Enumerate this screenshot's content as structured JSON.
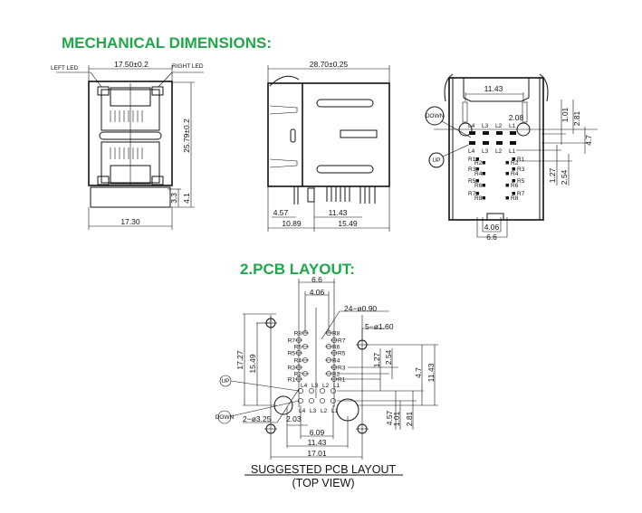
{
  "headings": {
    "mechanical": "MECHANICAL DIMENSIONS:",
    "pcb": "2.PCB LAYOUT:"
  },
  "front_view": {
    "left_led": "LEFT LED",
    "right_led": "RIGHT LED",
    "width_top": "17.50±0.2",
    "height": "25.79±0.2",
    "pin_len": "3.3",
    "pin_total": "4.1",
    "width_bottom": "17.30"
  },
  "side_view": {
    "length": "28.70±0.25",
    "d1": "4.57",
    "d2": "11.43",
    "d3": "10.89",
    "d4": "15.49"
  },
  "rear_view": {
    "width": "11.43",
    "pitch": "2.08",
    "d_101": "1.01",
    "d_281": "2.81",
    "d_47": "4.7",
    "d_127": "1.27",
    "d_254": "2.54",
    "d_406": "4.06",
    "d_66": "6.6",
    "down": "DOWN",
    "up": "UP",
    "led_labels_top": [
      "L4",
      "L3",
      "L2",
      "L1"
    ],
    "led_labels_bottom": [
      "L4",
      "L3",
      "L2",
      "L1"
    ],
    "pin_labels": [
      "R1",
      "R2",
      "R3",
      "R4",
      "R5",
      "R6",
      "R7",
      "R8",
      "R1",
      "R2",
      "R3",
      "R4",
      "R5",
      "R6",
      "R7",
      "R8"
    ]
  },
  "pcb_layout": {
    "d_66": "6.6",
    "d_406": "4.06",
    "pin_holes": "24−ø0.90",
    "mount_holes": "5−ø1.60",
    "d_1727": "17.27",
    "d_1549": "15.49",
    "d_127": "1.27",
    "d_254": "2.54",
    "d_47": "4.7",
    "d_1143_v": "11.43",
    "d_457": "4.57",
    "d_101": "1.01",
    "d_281": "2.81",
    "big_holes": "2−ø3.25",
    "d_203": "2.03",
    "d_609": "6.09",
    "d_1143_h": "11.43",
    "d_1701": "17.01",
    "up": "UP",
    "down": "DOWN",
    "left_pins": [
      "R8",
      "R7",
      "R6",
      "R5",
      "R4",
      "R3",
      "R2",
      "R1"
    ],
    "right_pins": [
      "R8",
      "R7",
      "R6",
      "R5",
      "R4",
      "R3",
      "R2",
      "R1"
    ],
    "led_top": [
      "L4",
      "L3",
      "L2",
      "L1"
    ],
    "led_bottom": [
      "L4",
      "L3",
      "L2",
      "L1"
    ],
    "caption_line1": "SUGGESTED PCB LAYOUT",
    "caption_line2": "(TOP VIEW)"
  },
  "colors": {
    "heading": "#1fa84a",
    "line": "#111111"
  }
}
